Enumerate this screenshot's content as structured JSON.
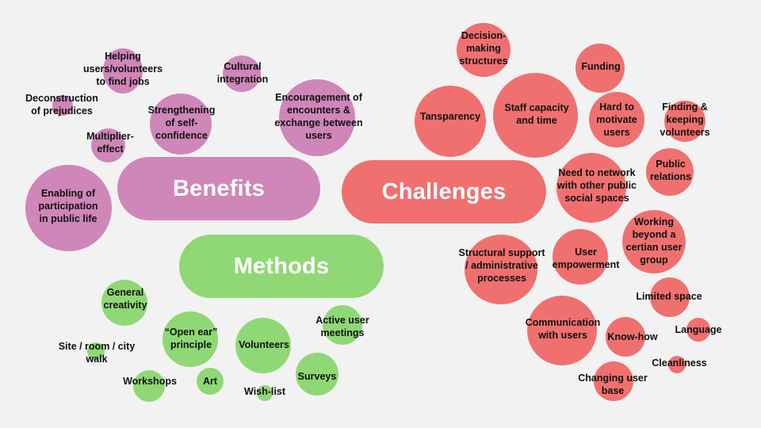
{
  "colors": {
    "background": "#f2f2f2",
    "benefits": "#cf86b8",
    "challenges": "#f07070",
    "methods": "#8fd875",
    "text": "#111111"
  },
  "groups": {
    "benefits": {
      "title": "Benefits"
    },
    "challenges": {
      "title": "Challenges"
    },
    "methods": {
      "title": "Methods"
    }
  },
  "benefits_items": [
    "Helping\nusers/volunteers\nto find jobs",
    "Cultural\nintegration",
    "Deconstruction\nof prejudices",
    "Strengthening\nof self-\nconfidence",
    "Encouragement of\nencounters &\nexchange between\nusers",
    "Multiplier-\neffect",
    "Enabling of\nparticipation\nin public life"
  ],
  "challenges_items": [
    "Decision-\nmaking\nstructures",
    "Funding",
    "Tansparency",
    "Staff capacity\nand time",
    "Hard to\nmotivate\nusers",
    "Finding &\nkeeping\nvolunteers",
    "Public\nrelations",
    "Need to network\nwith other public\nsocial spaces",
    "Working\nbeyond a\ncertian user\ngroup",
    "Structural support\n/ administrative\nprocesses",
    "User\nempowerment",
    "Limited space",
    "Language",
    "Communication\nwith users",
    "Know-how",
    "Cleanliness",
    "Changing user\nbase"
  ],
  "methods_items": [
    "General\ncreativity",
    "Active user\nmeetings",
    "“Open ear”\nprinciple",
    "Volunteers",
    "Site / room / city\nwalk",
    "Surveys",
    "Workshops",
    "Art",
    "Wish-list"
  ]
}
